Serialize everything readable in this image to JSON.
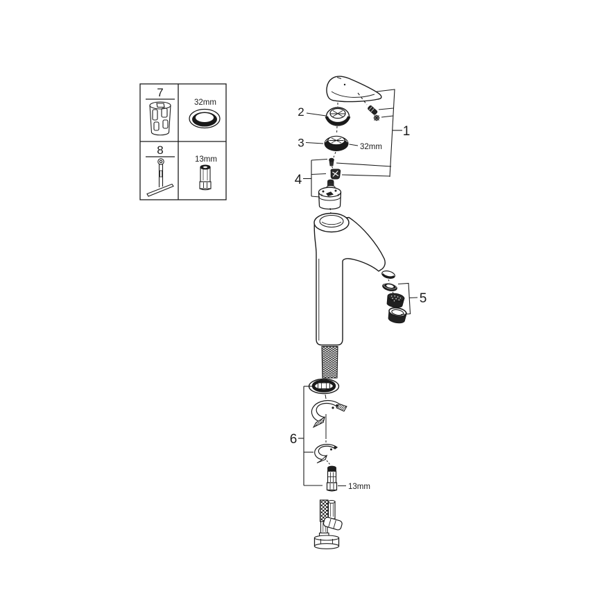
{
  "callouts": [
    "1",
    "2",
    "3",
    "4",
    "5",
    "6"
  ],
  "size_annotations": {
    "escutcheon": "32mm",
    "mounting_stud": "13mm"
  },
  "tools_table": {
    "rows": [
      {
        "tool": "7",
        "size": "32mm"
      },
      {
        "tool": "8",
        "size": "13mm"
      }
    ]
  },
  "colors": {
    "line": "#1a1a1a",
    "background": "#ffffff",
    "dark_fill": "#1f1f1f"
  }
}
